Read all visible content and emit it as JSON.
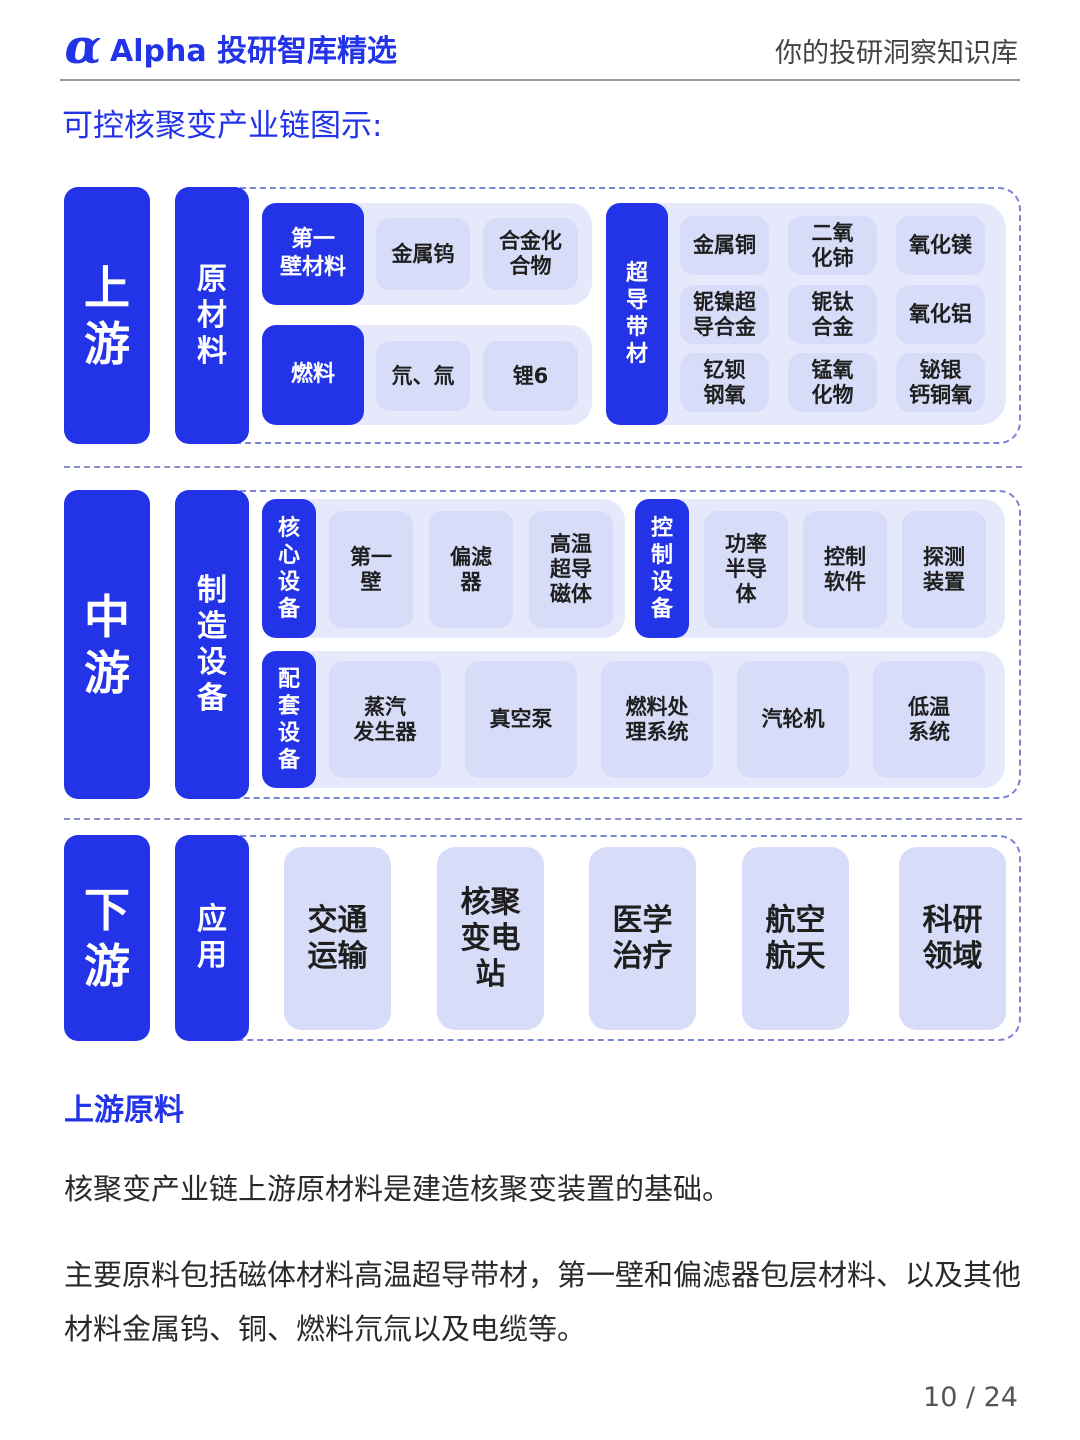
{
  "header": {
    "logo_glyph": "α",
    "brand_title": "Alpha 投研智库精选",
    "slogan": "你的投研洞察知识库"
  },
  "section_caption": "可控核聚变产业链图示:",
  "diagram": {
    "upstream": {
      "stage": "上\n游",
      "category": "原\n材\n料",
      "first_wall_label": "第一\n壁材料",
      "first_wall_items": [
        "金属钨",
        "合金化\n合物"
      ],
      "fuel_label": "燃料",
      "fuel_items": [
        "氘、氚",
        "锂6"
      ],
      "superconductor_label": "超\n导\n带\n材",
      "superconductor_items": [
        "金属铜",
        "二氧\n化铈",
        "氧化镁",
        "铌镍超\n导合金",
        "铌钛\n合金",
        "氧化铝",
        "钇钡\n钢氧",
        "锰氧\n化物",
        "铋银\n钙铜氧"
      ]
    },
    "midstream": {
      "stage": "中\n游",
      "category": "制\n造\n设\n备",
      "core_label": "核\n心\n设\n备",
      "core_items": [
        "第一\n壁",
        "偏滤\n器",
        "高温\n超导\n磁体"
      ],
      "control_label": "控\n制\n设\n备",
      "control_items": [
        "功率\n半导\n体",
        "控制\n软件",
        "探测\n装置"
      ],
      "support_label": "配\n套\n设\n备",
      "support_items": [
        "蒸汽\n发生器",
        "真空泵",
        "燃料处\n理系统",
        "汽轮机",
        "低温\n系统"
      ]
    },
    "downstream": {
      "stage": "下\n游",
      "category": "应\n用",
      "items": [
        "交通\n运输",
        "核聚\n变电\n站",
        "医学\n治疗",
        "航空\n航天",
        "科研\n领域"
      ]
    }
  },
  "article": {
    "subhead": "上游原料",
    "para1": "核聚变产业链上游原材料是建造核聚变装置的基础。",
    "para2": "主要原料包括磁体材料高温超导带材，第一壁和偏滤器包层材料、以及其他材料金属钨、铜、燃料氘氚以及电缆等。"
  },
  "pager": "10 / 24"
}
